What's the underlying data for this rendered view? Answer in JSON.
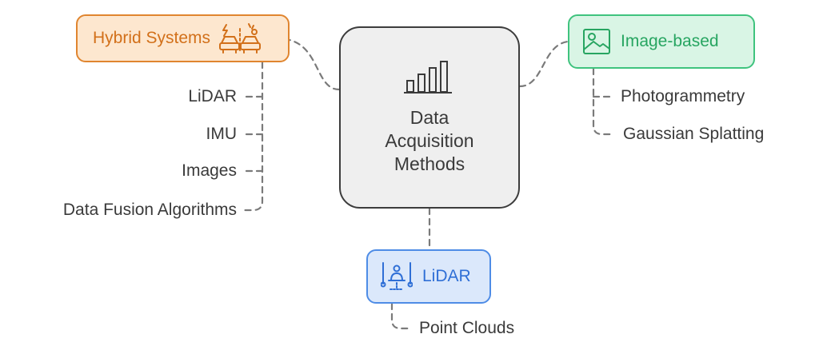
{
  "center": {
    "title_lines": [
      "Data",
      "Acquisition",
      "Methods"
    ],
    "icon": "bar-chart-icon"
  },
  "branches": {
    "hybrid": {
      "label": "Hybrid Systems",
      "icon": "car-lightning-icon",
      "color": "#e0852f",
      "items": [
        "LiDAR",
        "IMU",
        "Images",
        "Data Fusion Algorithms"
      ]
    },
    "image_based": {
      "label": "Image-based",
      "icon": "image-icon",
      "color": "#3fc37e",
      "items": [
        "Photogrammetry",
        "Gaussian Splatting"
      ]
    },
    "lidar": {
      "label": "LiDAR",
      "icon": "lidar-sensor-icon",
      "color": "#4e8ce6",
      "items": [
        "Point Clouds"
      ]
    }
  },
  "connector_color": "#7a7a7a"
}
